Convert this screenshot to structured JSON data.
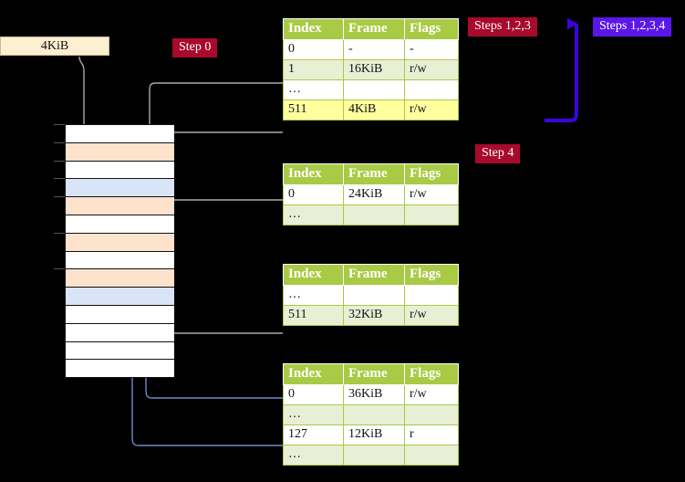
{
  "diagram": {
    "title_caption": "4KiB",
    "badges": [
      {
        "name": "step-0",
        "label": "Step 0",
        "color": "#A80A2B"
      },
      {
        "name": "steps-123",
        "label": "Steps 1,2,3",
        "color": "#A80A2B"
      },
      {
        "name": "steps-1234",
        "label": "Steps 1,2,3,4",
        "color": "#5A17E8"
      },
      {
        "name": "step-4",
        "label": "Step 4",
        "color": "#A80A2B"
      }
    ],
    "colors": {
      "table_header": "#A9CA44",
      "table_alt_row": "#E9EFD5",
      "highlight": "#FFFFA0",
      "mem_peach": "#FDE3CC",
      "mem_blue": "#D9E5F7",
      "caption_box": "#FCEFD2",
      "wire_gray": "#AAAAAA",
      "wire_blue": "#6C8CC7",
      "badge_red": "#A80A2B",
      "badge_violet": "#5A17E8",
      "background": "#000000"
    },
    "memory_column": {
      "name": "physical-memory-column",
      "blocks": [
        {
          "kind": "plain"
        },
        {
          "kind": "peach"
        },
        {
          "kind": "plain"
        },
        {
          "kind": "blue"
        },
        {
          "kind": "peach"
        },
        {
          "kind": "plain"
        },
        {
          "kind": "peach"
        },
        {
          "kind": "plain"
        },
        {
          "kind": "peach"
        },
        {
          "kind": "blue"
        },
        {
          "kind": "plain"
        },
        {
          "kind": "plain"
        },
        {
          "kind": "plain"
        },
        {
          "kind": "plain"
        }
      ]
    },
    "tables": [
      {
        "name": "page-table-level-0",
        "headers": [
          "Index",
          "Frame",
          "Flags"
        ],
        "rows": [
          {
            "cells": [
              "0",
              "-",
              "-"
            ],
            "alt": false,
            "highlight": false
          },
          {
            "cells": [
              "1",
              "16KiB",
              "r/w"
            ],
            "alt": true,
            "highlight": false
          },
          {
            "cells": [
              "…",
              "",
              ""
            ],
            "alt": false,
            "highlight": false
          },
          {
            "cells": [
              "511",
              "4KiB",
              "r/w"
            ],
            "alt": true,
            "highlight": true
          }
        ]
      },
      {
        "name": "page-table-level-1",
        "headers": [
          "Index",
          "Frame",
          "Flags"
        ],
        "rows": [
          {
            "cells": [
              "0",
              "24KiB",
              "r/w"
            ],
            "alt": false,
            "highlight": false
          },
          {
            "cells": [
              "…",
              "",
              ""
            ],
            "alt": true,
            "highlight": false
          }
        ]
      },
      {
        "name": "page-table-level-2",
        "headers": [
          "Index",
          "Frame",
          "Flags"
        ],
        "rows": [
          {
            "cells": [
              "…",
              "",
              ""
            ],
            "alt": false,
            "highlight": false
          },
          {
            "cells": [
              "511",
              "32KiB",
              "r/w"
            ],
            "alt": true,
            "highlight": false
          }
        ]
      },
      {
        "name": "page-table-level-3",
        "headers": [
          "Index",
          "Frame",
          "Flags"
        ],
        "rows": [
          {
            "cells": [
              "0",
              "36KiB",
              "r/w"
            ],
            "alt": false,
            "highlight": false
          },
          {
            "cells": [
              "…",
              "",
              ""
            ],
            "alt": true,
            "highlight": false
          },
          {
            "cells": [
              "127",
              "12KiB",
              "r"
            ],
            "alt": false,
            "highlight": false
          },
          {
            "cells": [
              "…",
              "",
              ""
            ],
            "alt": true,
            "highlight": false
          }
        ]
      }
    ]
  }
}
